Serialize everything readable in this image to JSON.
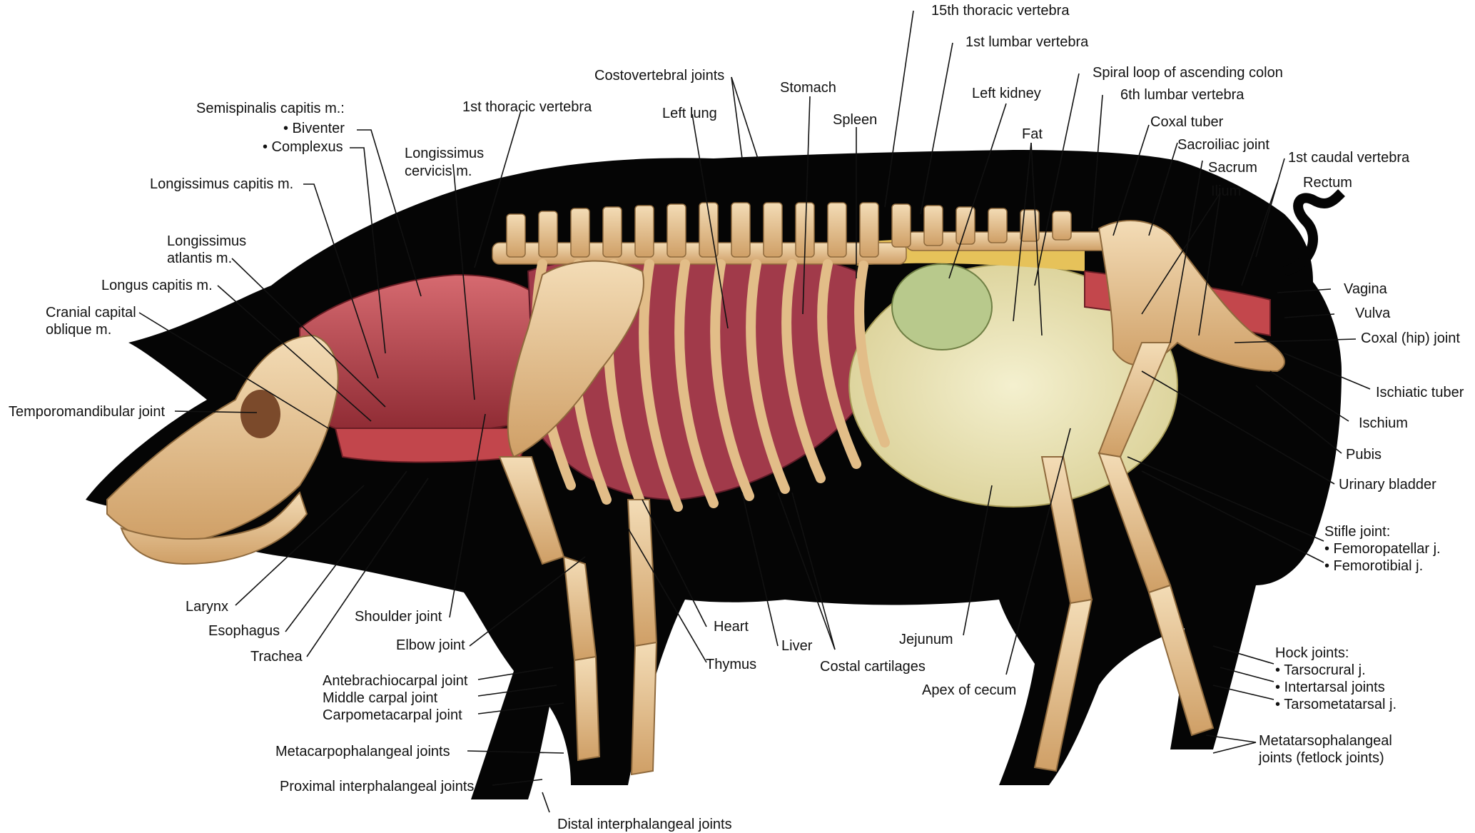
{
  "colors": {
    "silhouette": "#050505",
    "bone": "#e8c79a",
    "bone_shadow": "#c99a63",
    "muscle": "#b63a42",
    "lung": "#a13a4a",
    "intestine": "#e9e3b8",
    "colon": "#b8c98c",
    "fat": "#e6c25a",
    "leader_line": "#111111"
  },
  "labels": {
    "semispinalis": "Semispinalis capitis m.:",
    "biventer": "• Biventer",
    "complexus": "• Complexus",
    "longissimus_capitis": "Longissimus capitis m.",
    "longissimus_atlantis_1": "Longissimus",
    "longissimus_atlantis_2": "atlantis m.",
    "longus_capitis": "Longus capitis m.",
    "cranial_oblique_1": "Cranial capital",
    "cranial_oblique_2": "oblique m.",
    "temporomandibular": "Temporomandibular joint",
    "first_thoracic": "1st thoracic vertebra",
    "longissimus_cervicis_1": "Longissimus",
    "longissimus_cervicis_2": "cervicis m.",
    "costovertebral": "Costovertebral joints",
    "left_lung": "Left lung",
    "stomach": "Stomach",
    "spleen": "Spleen",
    "t15": "15th thoracic vertebra",
    "l1": "1st lumbar vertebra",
    "left_kidney": "Left kidney",
    "spiral_loop": "Spiral loop of ascending colon",
    "l6": "6th lumbar vertebra",
    "fat": "Fat",
    "coxal_tuber": "Coxal tuber",
    "sacroiliac": "Sacroiliac joint",
    "sacrum": "Sacrum",
    "first_caudal": "1st caudal vertebra",
    "ilium": "Ilium",
    "rectum": "Rectum",
    "vagina": "Vagina",
    "vulva": "Vulva",
    "coxal_hip": "Coxal (hip) joint",
    "ischiatic_tuber": "Ischiatic tuber",
    "ischium": "Ischium",
    "pubis": "Pubis",
    "urinary_bladder": "Urinary bladder",
    "stifle": "Stifle joint:",
    "femoropatellar": "• Femoropatellar j.",
    "femorotibial": "• Femorotibial j.",
    "hock": "Hock joints:",
    "tarsocrural": "• Tarsocrural j.",
    "intertarsal": "• Intertarsal joints",
    "tarsometatarsal": "• Tarsometatarsal j.",
    "metatarsophalangeal_1": "Metatarsophalangeal",
    "metatarsophalangeal_2": "joints (fetlock joints)",
    "larynx": "Larynx",
    "esophagus": "Esophagus",
    "trachea": "Trachea",
    "shoulder": "Shoulder joint",
    "elbow": "Elbow joint",
    "heart": "Heart",
    "thymus": "Thymus",
    "liver": "Liver",
    "costal_cartilages": "Costal cartilages",
    "jejunum": "Jejunum",
    "apex_cecum": "Apex of cecum",
    "antebrachiocarpal": "Antebrachiocarpal joint",
    "middle_carpal": "Middle carpal joint",
    "carpometacarpal": "Carpometacarpal joint",
    "metacarpophalangeal": "Metacarpophalangeal joints",
    "proximal_ip": "Proximal interphalangeal joints",
    "distal_ip": "Distal interphalangeal joints"
  }
}
